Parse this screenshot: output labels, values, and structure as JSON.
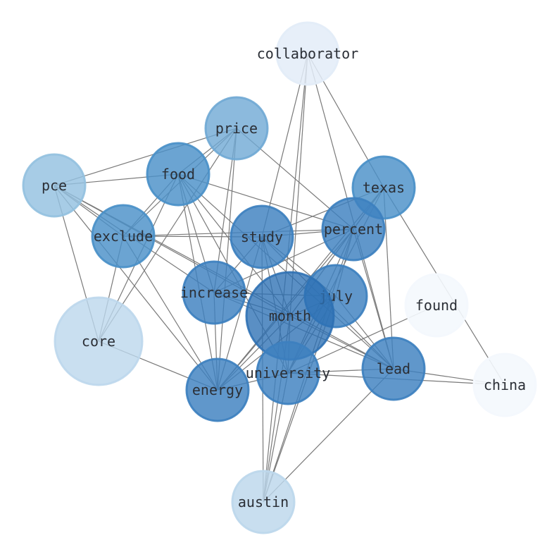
{
  "nodes": [
    {
      "id": "collaborator",
      "label": "collaborator",
      "color": "#e3ecf8",
      "opacity": 0.85
    },
    {
      "id": "price",
      "label": "price",
      "color": "#6fa9d4",
      "opacity": 0.8
    },
    {
      "id": "food",
      "label": "food",
      "color": "#4a90c8",
      "opacity": 0.82
    },
    {
      "id": "pce",
      "label": "pce",
      "color": "#94c1e0",
      "opacity": 0.82
    },
    {
      "id": "texas",
      "label": "texas",
      "color": "#4a90c8",
      "opacity": 0.82
    },
    {
      "id": "exclude",
      "label": "exclude",
      "color": "#4a90c8",
      "opacity": 0.82
    },
    {
      "id": "study",
      "label": "study",
      "color": "#3d80bf",
      "opacity": 0.82
    },
    {
      "id": "percent",
      "label": "percent",
      "color": "#3d80bf",
      "opacity": 0.82
    },
    {
      "id": "increase",
      "label": "increase",
      "color": "#3d80bf",
      "opacity": 0.82
    },
    {
      "id": "july",
      "label": "july",
      "color": "#3d80bf",
      "opacity": 0.82
    },
    {
      "id": "found",
      "label": "found",
      "color": "#f4f8fd",
      "opacity": 0.9
    },
    {
      "id": "month",
      "label": "month",
      "color": "#2c6fb3",
      "opacity": 0.78
    },
    {
      "id": "core",
      "label": "core",
      "color": "#bcd7ec",
      "opacity": 0.8
    },
    {
      "id": "university",
      "label": "university",
      "color": "#3d80bf",
      "opacity": 0.82
    },
    {
      "id": "lead",
      "label": "lead",
      "color": "#3d80bf",
      "opacity": 0.82
    },
    {
      "id": "energy",
      "label": "energy",
      "color": "#3d80bf",
      "opacity": 0.82
    },
    {
      "id": "china",
      "label": "china",
      "color": "#f4f8fd",
      "opacity": 0.9
    },
    {
      "id": "austin",
      "label": "austin",
      "color": "#bcd7ec",
      "opacity": 0.82
    }
  ],
  "edges": [
    [
      "collaborator",
      "study"
    ],
    [
      "collaborator",
      "month"
    ],
    [
      "collaborator",
      "texas"
    ],
    [
      "collaborator",
      "lead"
    ],
    [
      "collaborator",
      "austin"
    ],
    [
      "price",
      "pce"
    ],
    [
      "price",
      "food"
    ],
    [
      "price",
      "exclude"
    ],
    [
      "price",
      "increase"
    ],
    [
      "price",
      "energy"
    ],
    [
      "price",
      "core"
    ],
    [
      "price",
      "percent"
    ],
    [
      "food",
      "pce"
    ],
    [
      "food",
      "exclude"
    ],
    [
      "food",
      "percent"
    ],
    [
      "food",
      "increase"
    ],
    [
      "food",
      "month"
    ],
    [
      "food",
      "energy"
    ],
    [
      "food",
      "core"
    ],
    [
      "food",
      "lead"
    ],
    [
      "food",
      "university"
    ],
    [
      "pce",
      "exclude"
    ],
    [
      "pce",
      "increase"
    ],
    [
      "pce",
      "month"
    ],
    [
      "pce",
      "energy"
    ],
    [
      "pce",
      "core"
    ],
    [
      "pce",
      "lead"
    ],
    [
      "texas",
      "study"
    ],
    [
      "texas",
      "percent"
    ],
    [
      "texas",
      "month"
    ],
    [
      "texas",
      "university"
    ],
    [
      "texas",
      "lead"
    ],
    [
      "texas",
      "energy"
    ],
    [
      "texas",
      "china"
    ],
    [
      "exclude",
      "percent"
    ],
    [
      "exclude",
      "study"
    ],
    [
      "exclude",
      "core"
    ],
    [
      "exclude",
      "energy"
    ],
    [
      "study",
      "percent"
    ],
    [
      "study",
      "increase"
    ],
    [
      "study",
      "month"
    ],
    [
      "study",
      "july"
    ],
    [
      "study",
      "lead"
    ],
    [
      "study",
      "university"
    ],
    [
      "study",
      "energy"
    ],
    [
      "study",
      "austin"
    ],
    [
      "percent",
      "increase"
    ],
    [
      "percent",
      "month"
    ],
    [
      "percent",
      "july"
    ],
    [
      "percent",
      "energy"
    ],
    [
      "percent",
      "university"
    ],
    [
      "percent",
      "lead"
    ],
    [
      "percent",
      "austin"
    ],
    [
      "increase",
      "month"
    ],
    [
      "increase",
      "july"
    ],
    [
      "increase",
      "lead"
    ],
    [
      "increase",
      "energy"
    ],
    [
      "july",
      "month"
    ],
    [
      "july",
      "university"
    ],
    [
      "july",
      "lead"
    ],
    [
      "july",
      "energy"
    ],
    [
      "july",
      "austin"
    ],
    [
      "found",
      "university"
    ],
    [
      "month",
      "university"
    ],
    [
      "month",
      "lead"
    ],
    [
      "month",
      "energy"
    ],
    [
      "month",
      "austin"
    ],
    [
      "core",
      "energy"
    ],
    [
      "university",
      "lead"
    ],
    [
      "university",
      "china"
    ],
    [
      "university",
      "austin"
    ],
    [
      "university",
      "energy"
    ],
    [
      "lead",
      "china"
    ],
    [
      "lead",
      "austin"
    ]
  ]
}
